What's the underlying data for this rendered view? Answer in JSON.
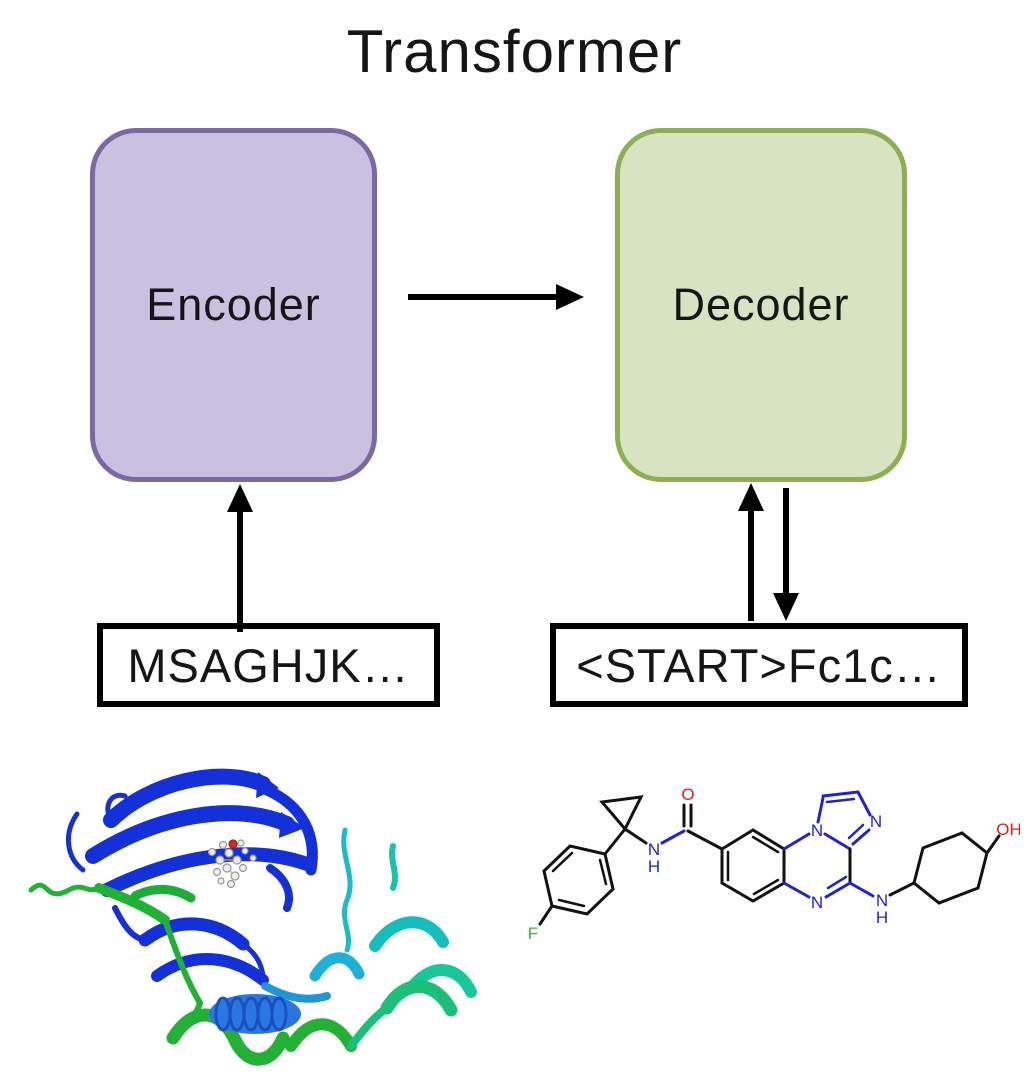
{
  "title": "Transformer",
  "encoder": {
    "label": "Encoder",
    "fill_color": "#c9c1df",
    "border_color": "#7b68a5"
  },
  "decoder": {
    "label": "Decoder",
    "fill_color": "#d8e3c1",
    "border_color": "#8daf53"
  },
  "encoder_input": {
    "label": "MSAGHJK…"
  },
  "decoder_output": {
    "label": "<START>Fc1c…"
  },
  "arrows": {
    "color": "#000000"
  },
  "figures": {
    "protein": {
      "name": "protein-ribbon-structure",
      "colors": {
        "beta_sheet_blue": "#1430d8",
        "helix_green": "#22b135",
        "helix_teal": "#17bdc9",
        "helix_teal_green": "#1bbf7a",
        "helix_mid_blue": "#2a77e2",
        "ligand_gray": "#ececec",
        "ligand_red": "#d42a1e"
      }
    },
    "molecule": {
      "name": "molecule-skeletal-structure",
      "atom_labels": {
        "fluorine": "F",
        "carbonyl_oxygen": "O",
        "amide_nitrogen": "N",
        "amide_hydrogen": "H",
        "bridgehead_nitrogen": "N",
        "imidazole_nitrogen": "N",
        "pyrazine_nitrogen": "N",
        "amine_nitrogen": "N",
        "amine_hydrogen": "H",
        "hydroxyl": "OH"
      },
      "atom_colors": {
        "nitrogen": "#2323cc",
        "oxygen": "#e01b1b",
        "fluorine": "#33bb33",
        "bond": "#111111"
      }
    }
  }
}
